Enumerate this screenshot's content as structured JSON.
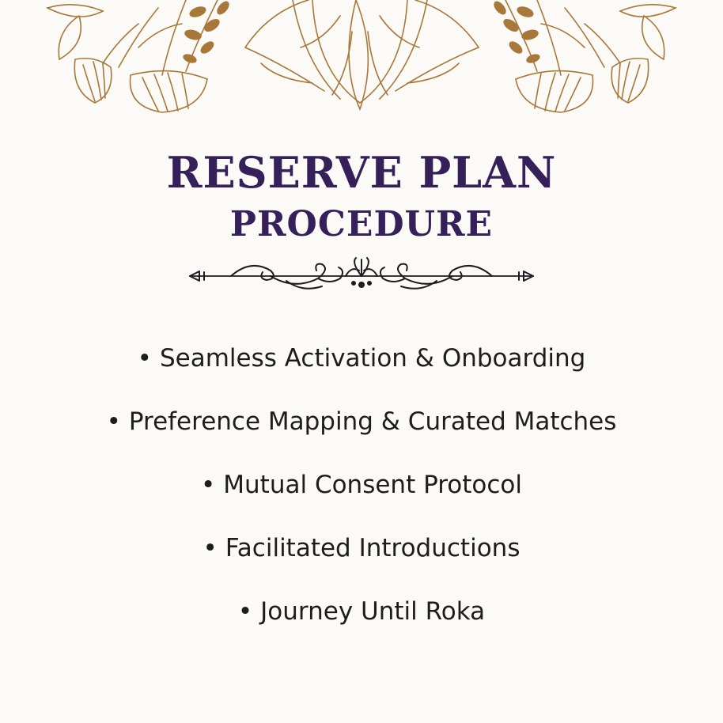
{
  "colors": {
    "background": "#fcfaf6",
    "title": "#35205a",
    "text": "#1d1d1d",
    "gold": "#a8783a"
  },
  "decor": {
    "top_floral": "golden-floral-border-icon",
    "divider": "scroll-flourish-icon"
  },
  "title": {
    "line1": "Reserve Plan",
    "line2": "Procedure"
  },
  "bullet_char": "•",
  "items": [
    "Seamless Activation & Onboarding",
    "Preference Mapping & Curated Matches",
    "Mutual Consent Protocol",
    "Facilitated Introductions",
    "Journey Until Roka"
  ]
}
